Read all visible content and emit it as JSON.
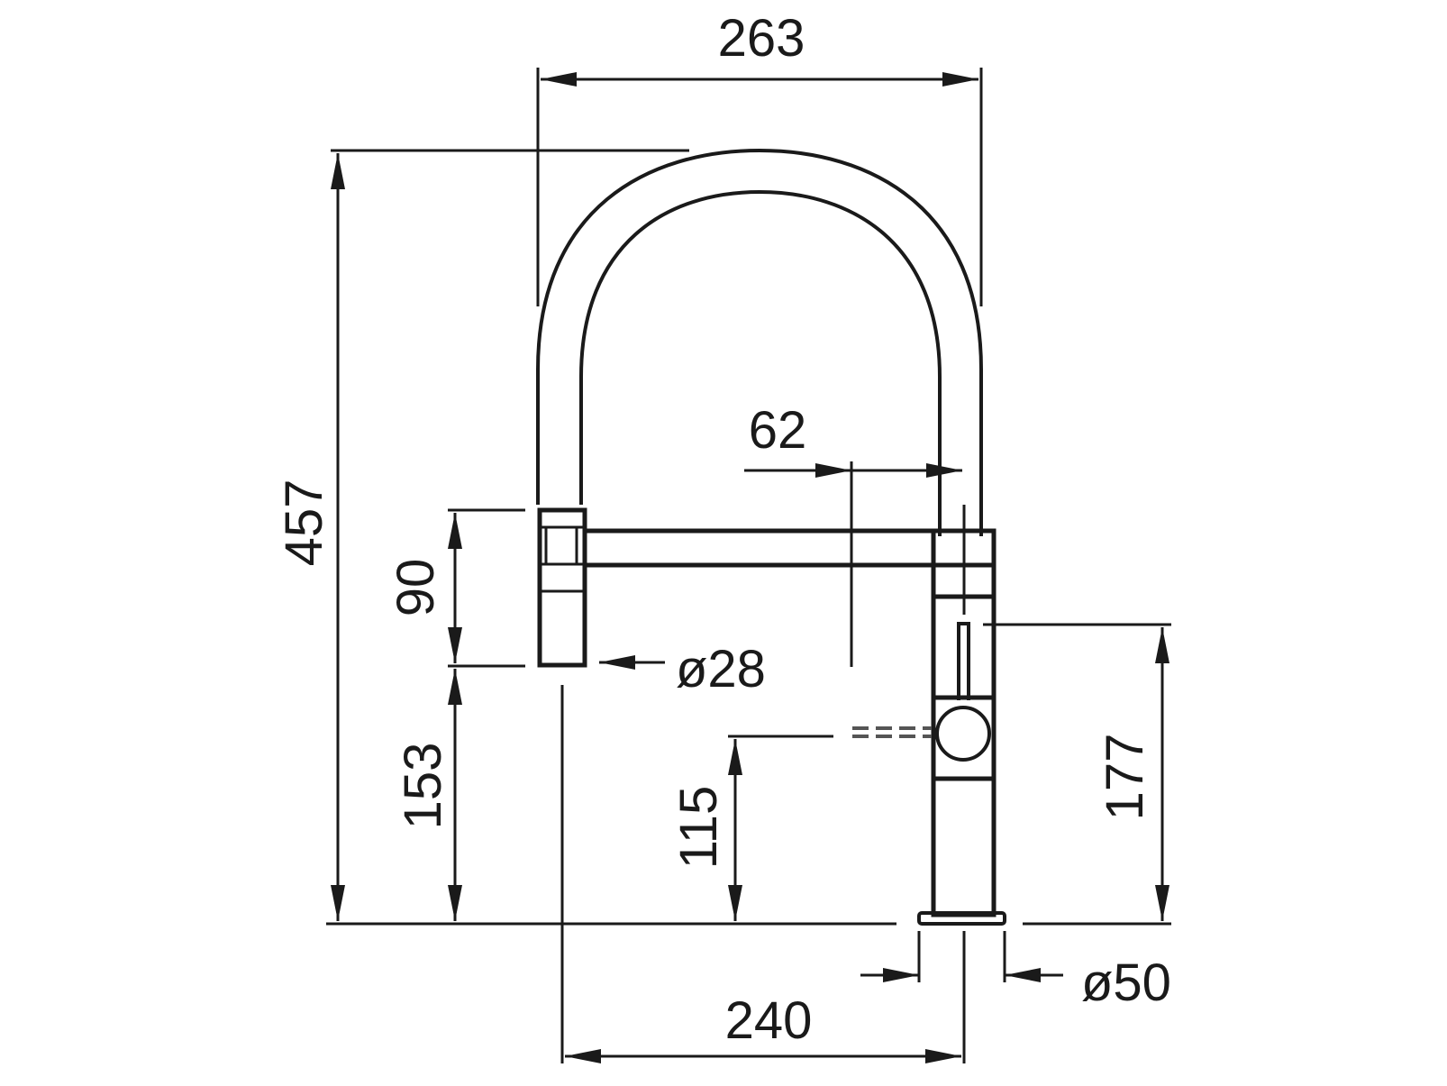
{
  "drawing": {
    "subject": "pull-down spout kitchen faucet dimension drawing",
    "units": "mm",
    "line_color": "#1a1a1a",
    "dimensions": {
      "total_width": "263",
      "total_height": "457",
      "spout_offset": "62",
      "spray_head_length": "90",
      "spray_head_diameter": "ø28",
      "spray_head_clearance": "153",
      "handle_height": "115",
      "body_height": "177",
      "base_diameter": "ø50",
      "reach": "240"
    }
  }
}
